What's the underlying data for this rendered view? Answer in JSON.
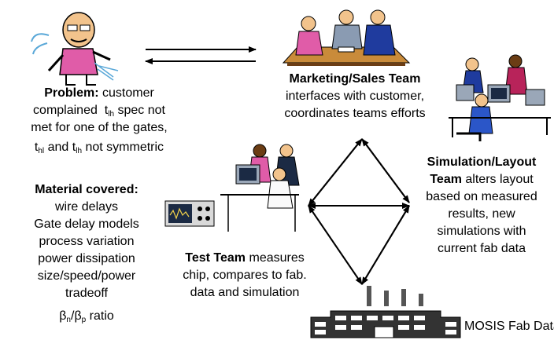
{
  "problem": {
    "title": "Problem:",
    "l1_rest": "customer",
    "l2_a": "complained",
    "t_sym": "t",
    "lh_sub": "lh",
    "l2_b": "spec not",
    "l3": "met for one of the gates,",
    "hl_sub": "hl",
    "and_word": "and",
    "not_sym": "not symmetric"
  },
  "marketing": {
    "title": "Marketing/Sales Team",
    "l2": "interfaces with customer,",
    "l3": "coordinates teams efforts"
  },
  "simulation": {
    "title1": "Simulation/Layout",
    "title2": "Team",
    "l2_rest": "alters layout",
    "l3": "based on measured",
    "l4": "results, new",
    "l5": "simulations with",
    "l6": "current fab data"
  },
  "material": {
    "title": "Material covered:",
    "items": [
      "wire delays",
      "Gate delay models",
      "process variation",
      "power dissipation",
      "size/speed/power",
      "tradeoff"
    ],
    "beta": "β",
    "n_sub": "n",
    "p_sub": "p",
    "ratio": "ratio"
  },
  "test": {
    "title": "Test Team",
    "l1_rest": "measures",
    "l2": "chip, compares to fab.",
    "l3": "data and simulation"
  },
  "fab": {
    "label": "MOSIS Fab Data"
  },
  "colors": {
    "skin": "#f2c38c",
    "shirt": "#e05ca8",
    "suit_blue": "#1f3b9e",
    "monitor": "#9aa7b8",
    "table": "#c98b3a"
  }
}
